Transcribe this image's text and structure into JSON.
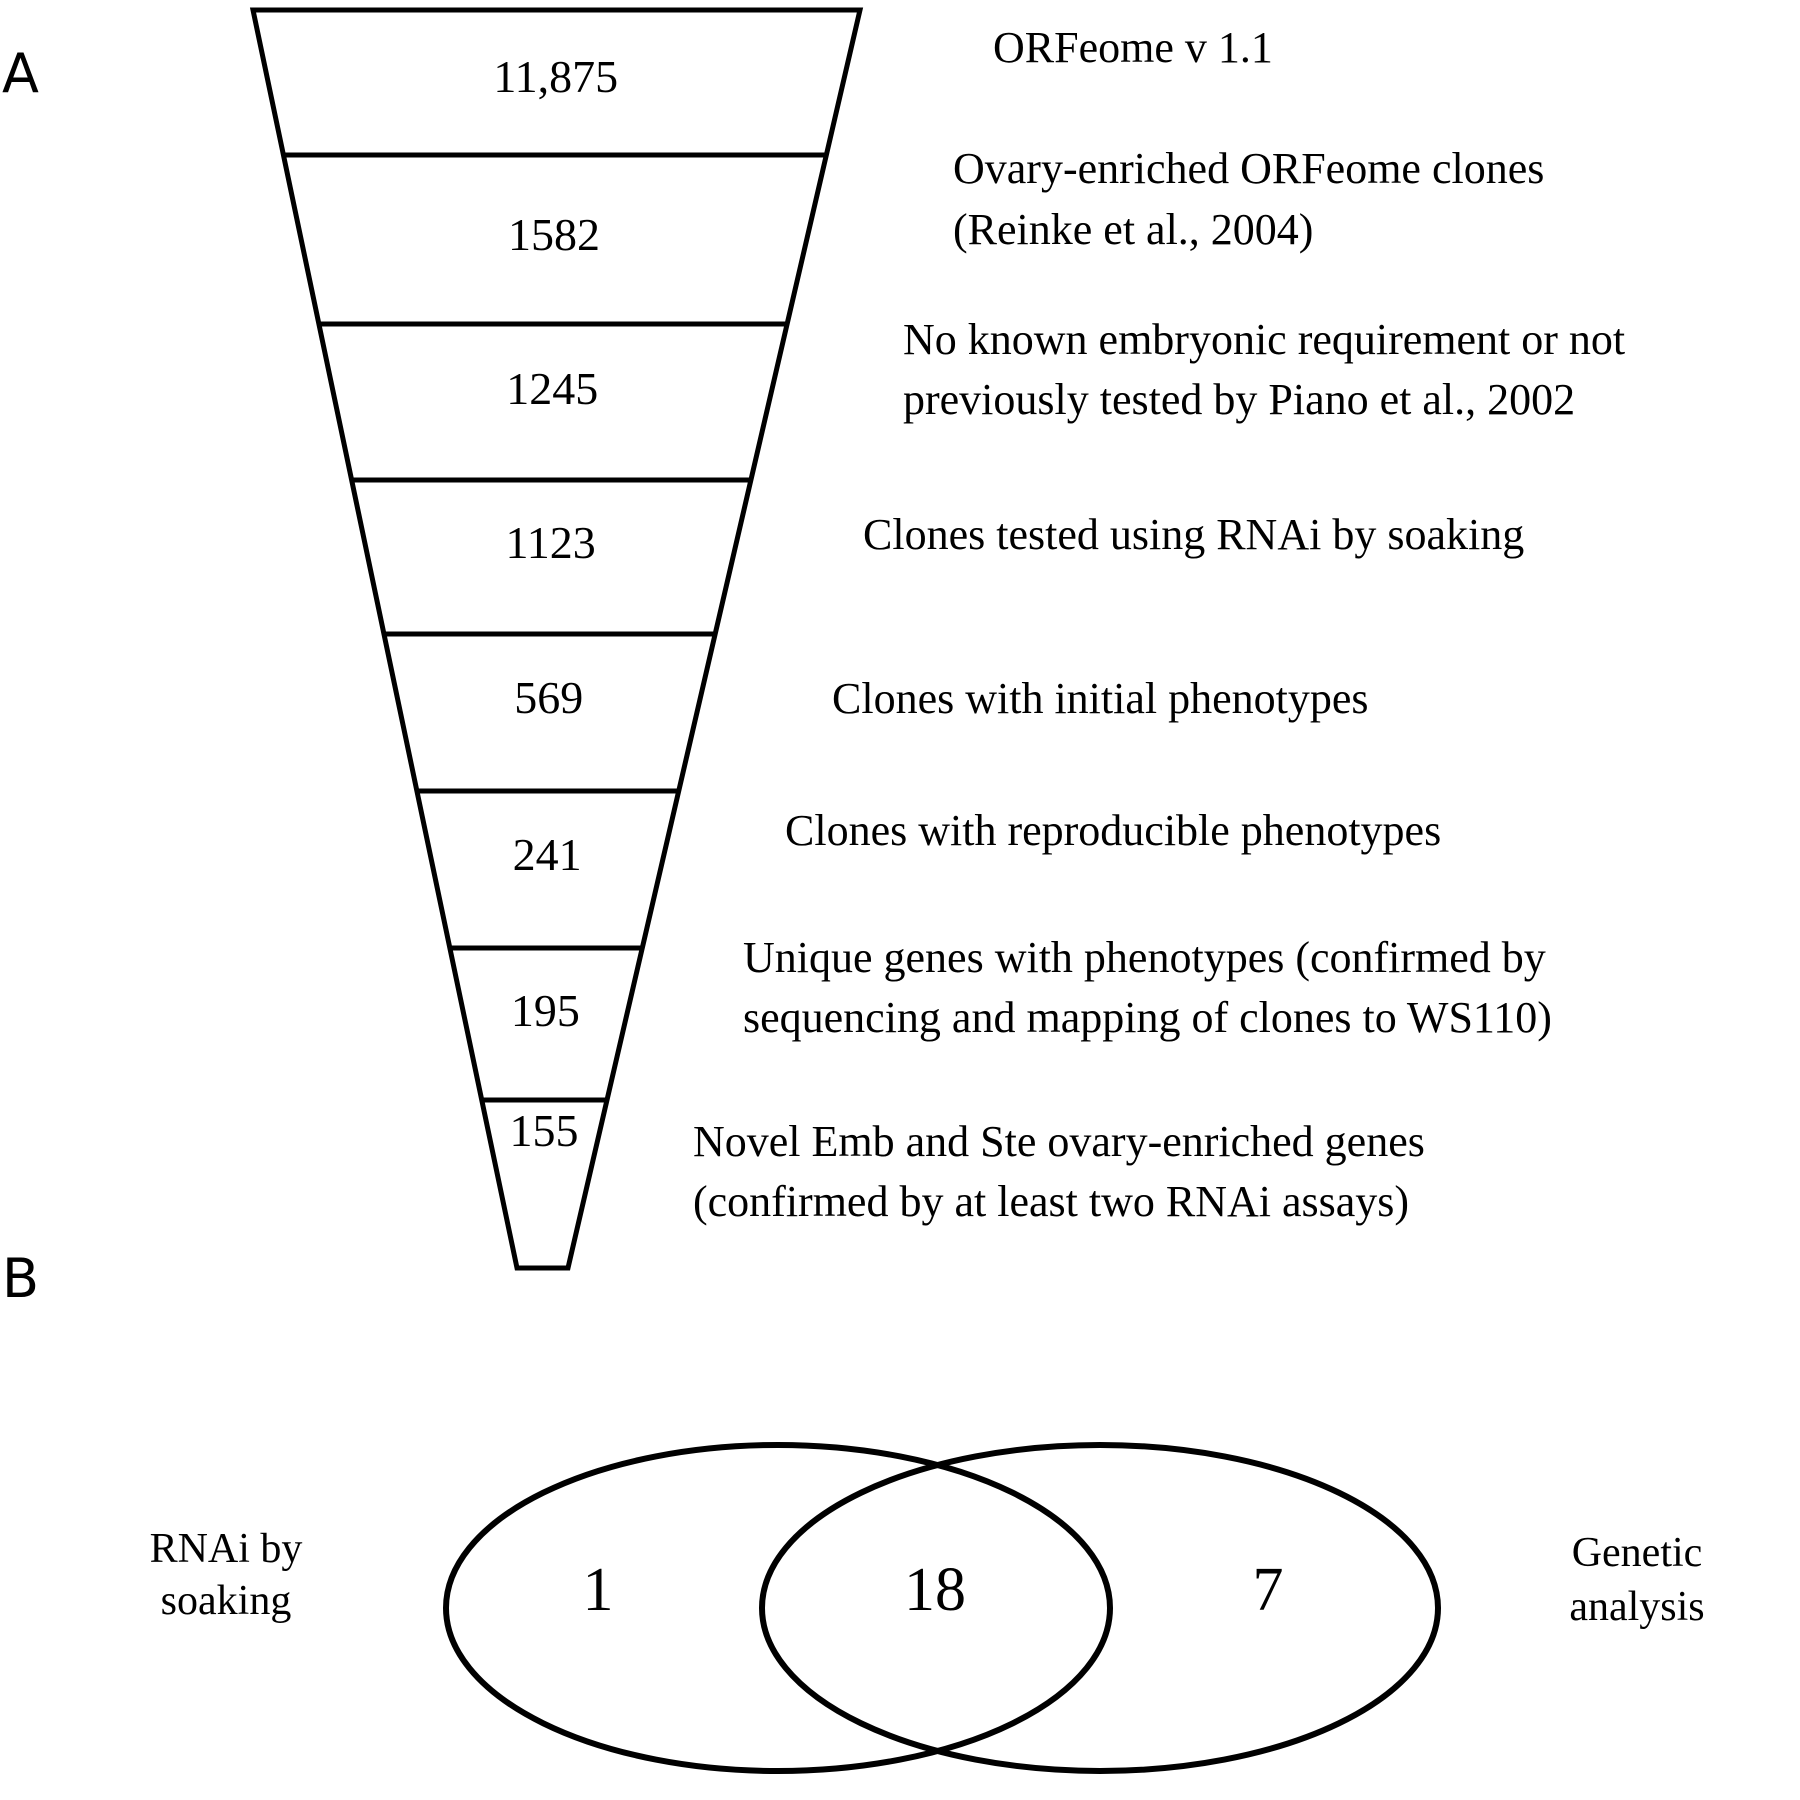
{
  "panel_a": {
    "letter": "A",
    "stages": [
      {
        "count": "11,875",
        "label_lines": [
          "ORFeome v 1.1"
        ]
      },
      {
        "count": "1582",
        "label_lines": [
          "Ovary-enriched ORFeome clones",
          "(Reinke et al., 2004)"
        ]
      },
      {
        "count": "1245",
        "label_lines": [
          "No known embryonic requirement or not",
          "previously tested by Piano et al., 2002"
        ]
      },
      {
        "count": "1123",
        "label_lines": [
          "Clones tested using RNAi by soaking"
        ]
      },
      {
        "count": "569",
        "label_lines": [
          "Clones with initial phenotypes"
        ]
      },
      {
        "count": "241",
        "label_lines": [
          "Clones with reproducible phenotypes"
        ]
      },
      {
        "count": "195",
        "label_lines": [
          "Unique genes with phenotypes (confirmed by",
          "sequencing and mapping of clones to WS110)"
        ]
      },
      {
        "count": "155",
        "label_lines": [
          "Novel Emb and Ste ovary-enriched genes",
          "(confirmed by at least two RNAi assays)"
        ]
      }
    ]
  },
  "panel_b": {
    "letter": "B",
    "left_label_lines": [
      "RNAi by",
      "soaking"
    ],
    "right_label_lines": [
      "Genetic",
      "analysis"
    ],
    "left_only": "1",
    "overlap": "18",
    "right_only": "7"
  }
}
